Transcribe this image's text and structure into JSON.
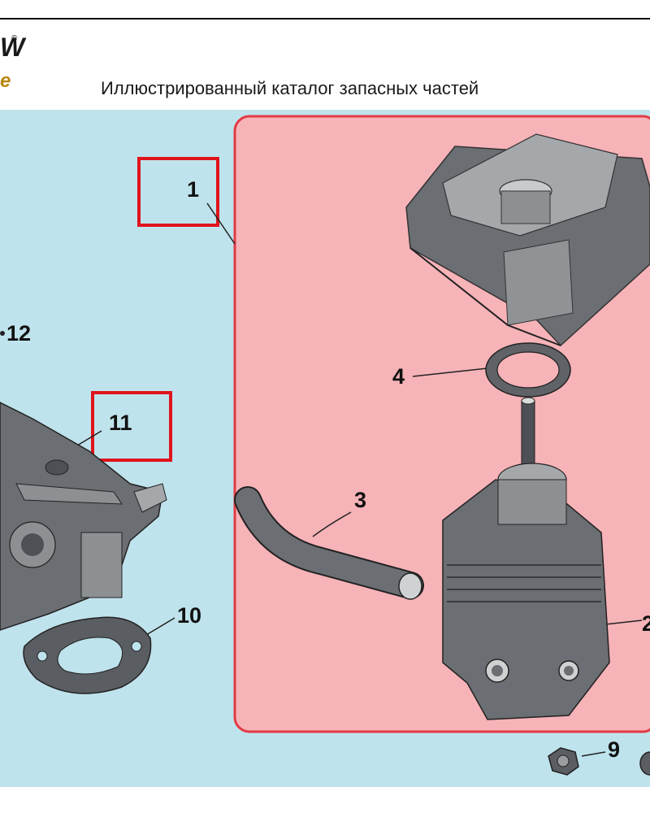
{
  "header": {
    "logo_text": "W",
    "logo_reg": "®",
    "logo_sub": "e",
    "title": "Иллюстрированный каталог запасных частей"
  },
  "callouts": [
    "1",
    "2",
    "3",
    "4",
    "9",
    "10",
    "11",
    "12"
  ],
  "colors": {
    "diagram_background": "#bfe3ec",
    "assembly_panel": "#f6b3b8",
    "panel_border": "#e23b45",
    "highlight_box": "#e0141c",
    "part_fill": "#6b6e72"
  }
}
